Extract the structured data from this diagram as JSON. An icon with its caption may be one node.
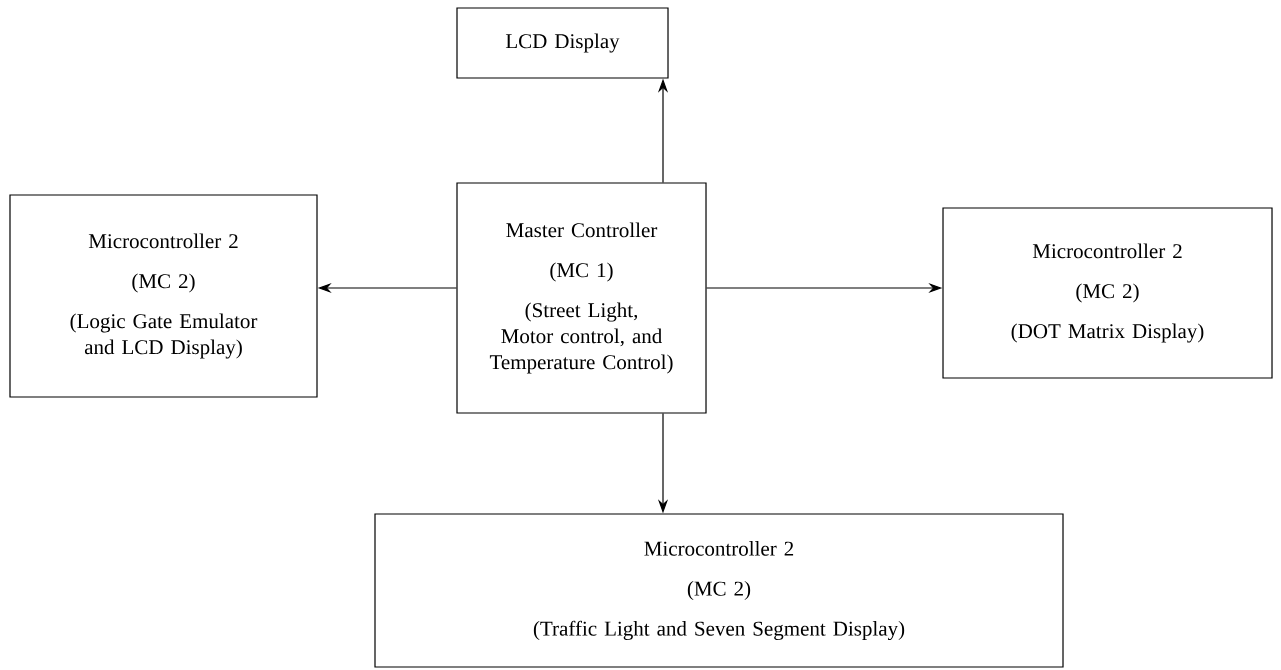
{
  "diagram": {
    "nodes": [
      {
        "text": [
          "LCD Display"
        ]
      },
      {
        "text": [
          "Microcontroller 2",
          "(MC 2)",
          "(Logic Gate Emulator and LCD Display)"
        ]
      },
      {
        "text": [
          "Master Controller",
          "(MC 1)",
          "(Street Light, Motor control, and Temperature Control)"
        ]
      },
      {
        "text": [
          "Microcontroller 2",
          "(MC 2)",
          "(DOT Matrix Display)"
        ]
      },
      {
        "text": [
          "Microcontroller 2",
          "(MC 2)",
          "(Traffic Light and Seven Segment Display)"
        ]
      }
    ],
    "edges": [
      {
        "from": 2,
        "to": 0,
        "arrow": "to"
      },
      {
        "from": 2,
        "to": 1,
        "arrow": "to"
      },
      {
        "from": 2,
        "to": 3,
        "arrow": "to"
      },
      {
        "from": 2,
        "to": 4,
        "arrow": "to"
      }
    ]
  }
}
